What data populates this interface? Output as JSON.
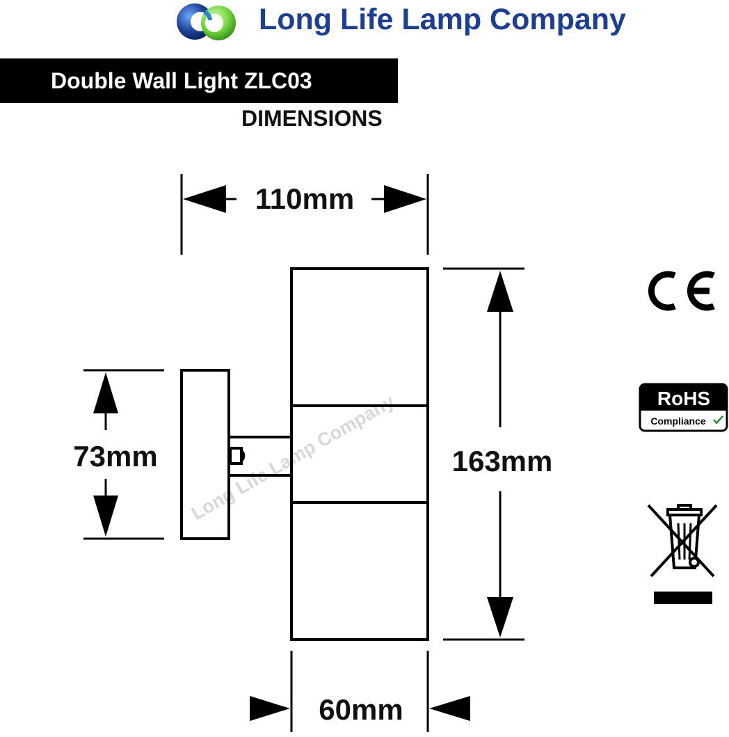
{
  "header": {
    "company_name": "Long Life Lamp Company",
    "logo_icon": "interlocking-rings-logo",
    "brand_color": "#1c3f94",
    "logo_colors": [
      "#1c3f94",
      "#2e7fd6",
      "#6fd23a"
    ]
  },
  "title": {
    "product_name": "Double Wall Light ZLC03",
    "section": "DIMENSIONS"
  },
  "dimensions": {
    "overall_width": "110mm",
    "height": "163mm",
    "base_height": "73mm",
    "body_width": "60mm"
  },
  "watermark": "Long Life Lamp Company",
  "certifications": {
    "ce_mark": "CE",
    "rohs_title": "RoHS",
    "rohs_subtitle": "Compliance",
    "weee_icon": "crossed-out-wheelie-bin-icon"
  }
}
